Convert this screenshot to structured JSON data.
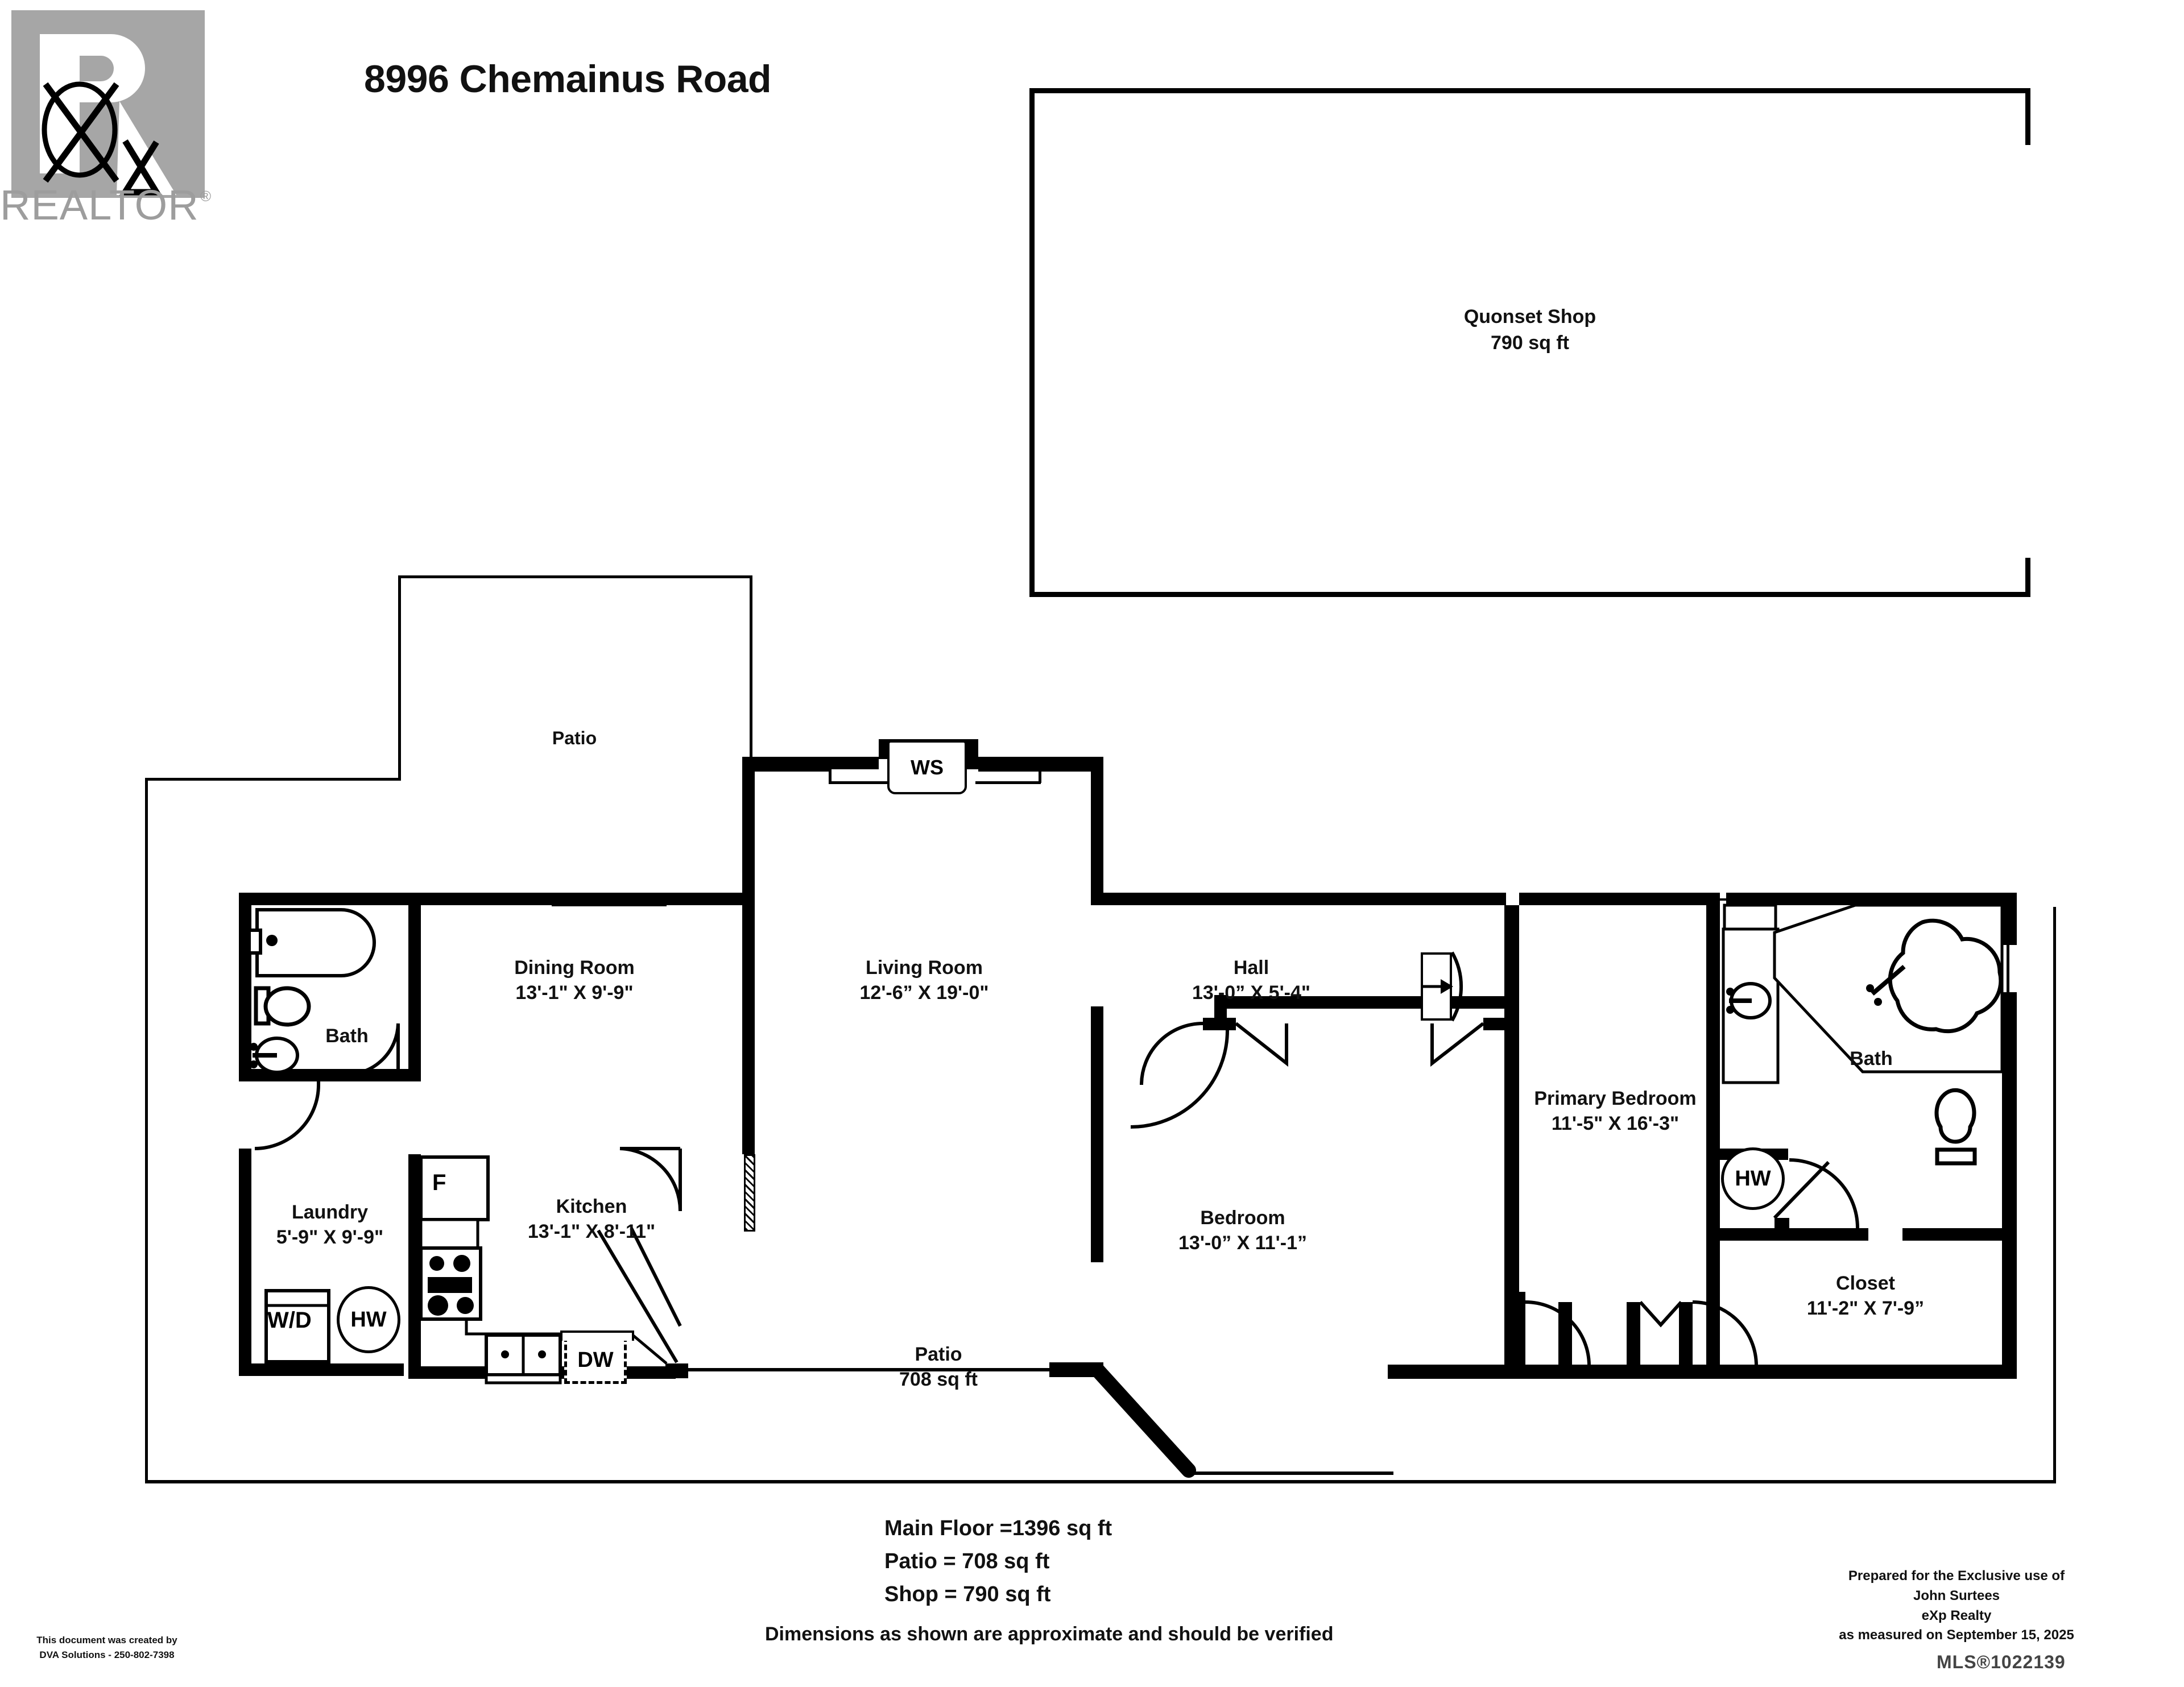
{
  "header": {
    "address_title": "8996 Chemainus Road",
    "logo_word": "REALTOR",
    "logo_reg": "®"
  },
  "shop": {
    "name": "Quonset Shop",
    "area": "790 sq ft"
  },
  "rooms": [
    {
      "key": "patio_top",
      "name": "Patio",
      "dim": ""
    },
    {
      "key": "bath_left",
      "name": "Bath",
      "dim": ""
    },
    {
      "key": "dining",
      "name": "Dining Room",
      "dim": "13'-1\" X 9'-9\""
    },
    {
      "key": "living",
      "name": "Living Room",
      "dim": "12'-6” X 19'-0\""
    },
    {
      "key": "hall",
      "name": "Hall",
      "dim": "13'-0” X 5'-4\""
    },
    {
      "key": "primary",
      "name": "Primary Bedroom",
      "dim": "11'-5\" X 16'-3\""
    },
    {
      "key": "bath_right",
      "name": "Bath",
      "dim": ""
    },
    {
      "key": "laundry",
      "name": "Laundry",
      "dim": "5'-9\" X 9'-9\""
    },
    {
      "key": "kitchen",
      "name": "Kitchen",
      "dim": "13'-1\" X 8'-11\""
    },
    {
      "key": "bedroom",
      "name": "Bedroom",
      "dim": "13'-0” X 11'-1”"
    },
    {
      "key": "closet",
      "name": "Closet",
      "dim": "11'-2\" X 7'-9”"
    },
    {
      "key": "patio_bottom",
      "name": "Patio",
      "dim": "708 sq ft"
    }
  ],
  "fixtures": {
    "wood_stove": "WS",
    "fridge": "F",
    "dishwasher": "DW",
    "washer_dryer": "W/D",
    "hot_water_laundry": "HW",
    "hot_water_bath": "HW"
  },
  "footer": {
    "main_floor": "Main Floor =1396 sq ft",
    "patio": "Patio = 708 sq ft",
    "shop": "Shop = 790 sq ft",
    "disclaimer": "Dimensions as shown are approximate and should be verified",
    "credit_line1": "Prepared for the Exclusive use of",
    "credit_line2": "John Surtees",
    "credit_line3": "eXp Realty",
    "credit_line4": "as measured on September 15, 2025",
    "mls": "MLS®1022139",
    "dva_line1": "This document was created by",
    "dva_line2": "DVA Solutions - 250-802-7398"
  },
  "colors": {
    "wall": "#000000",
    "logo_gray": "#a6a6a6",
    "paper": "#ffffff"
  }
}
